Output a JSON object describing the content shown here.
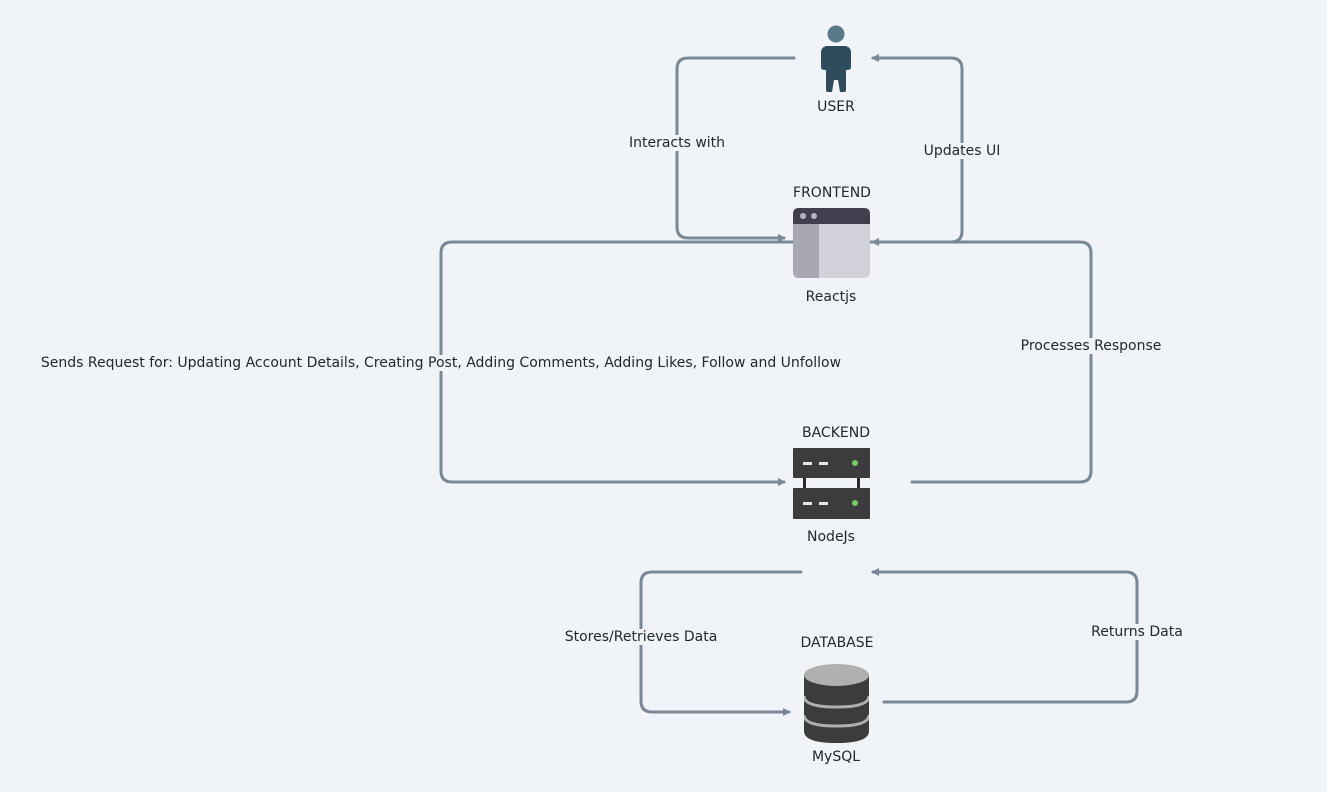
{
  "nodes": {
    "user": {
      "title": "USER",
      "icon": "person-icon"
    },
    "frontend": {
      "title": "FRONTEND",
      "tech": "Reactjs",
      "icon": "browser-window-icon"
    },
    "backend": {
      "title": "BACKEND",
      "tech": "NodeJs",
      "icon": "server-icon"
    },
    "database": {
      "title": "DATABASE",
      "tech": "MySQL",
      "icon": "database-icon"
    }
  },
  "edges": {
    "interacts": "Interacts with",
    "updates_ui": "Updates UI",
    "sends_request": "Sends Request for: Updating Account Details, Creating Post, Adding Comments, Adding Likes, Follow and Unfollow",
    "processes_response": "Processes Response",
    "stores_retrieves": "Stores/Retrieves Data",
    "returns_data": "Returns Data"
  },
  "colors": {
    "background": "#f0f3f7",
    "connector": "#7a8796",
    "person": "#2e4c5e",
    "server": "#3c3c3c",
    "server_led": "#6fcf5f"
  }
}
